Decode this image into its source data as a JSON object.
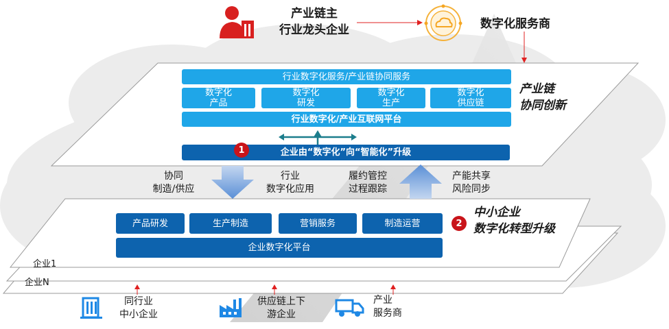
{
  "top": {
    "leader_line1": "产业链主",
    "leader_line2": "行业龙头企业",
    "service_provider": "数字化服务商"
  },
  "upper_platform": {
    "title_line1": "产业链",
    "title_line2": "协同创新",
    "services_bar": "行业数字化服务/产业链协同服务",
    "modules": [
      {
        "line1": "数字化",
        "line2": "产品"
      },
      {
        "line1": "数字化",
        "line2": "研发"
      },
      {
        "line1": "数字化",
        "line2": "生产"
      },
      {
        "line1": "数字化",
        "line2": "供应链"
      }
    ],
    "platform_bar": "行业数字化/产业互联网平台",
    "upgrade_bar": "企业由“数字化”向“智能化”升级",
    "badge": "1"
  },
  "middle_labels": [
    {
      "line1": "协同",
      "line2": "制造/供应"
    },
    {
      "line1": "行业",
      "line2": "数字化应用"
    },
    {
      "line1": "履约管控",
      "line2": "过程跟踪"
    },
    {
      "line1": "产能共享",
      "line2": "风险同步"
    }
  ],
  "lower_platform": {
    "title_line1": "中小企业",
    "title_line2": "数字化转型升级",
    "modules": [
      "产品研发",
      "生产制造",
      "营销服务",
      "制造运营"
    ],
    "platform_bar": "企业数字化平台",
    "badge": "2",
    "layer1": "企业1",
    "layerN": "企业N"
  },
  "bottom": [
    {
      "line1": "同行业",
      "line2": "中小企业",
      "icon": "building-icon"
    },
    {
      "line1": "供应链上下",
      "line2": "游企业",
      "icon": "factory-icon"
    },
    {
      "line1": "产业",
      "line2": "服务商",
      "icon": "truck-icon"
    }
  ],
  "colors": {
    "light_blue": "#1fa6e8",
    "dark_blue": "#0d63ae",
    "accent_red": "#c9141a",
    "icon_blue": "#1e88e5",
    "connector_red": "#e02020",
    "arrow_teal": "#1c7d8c"
  }
}
